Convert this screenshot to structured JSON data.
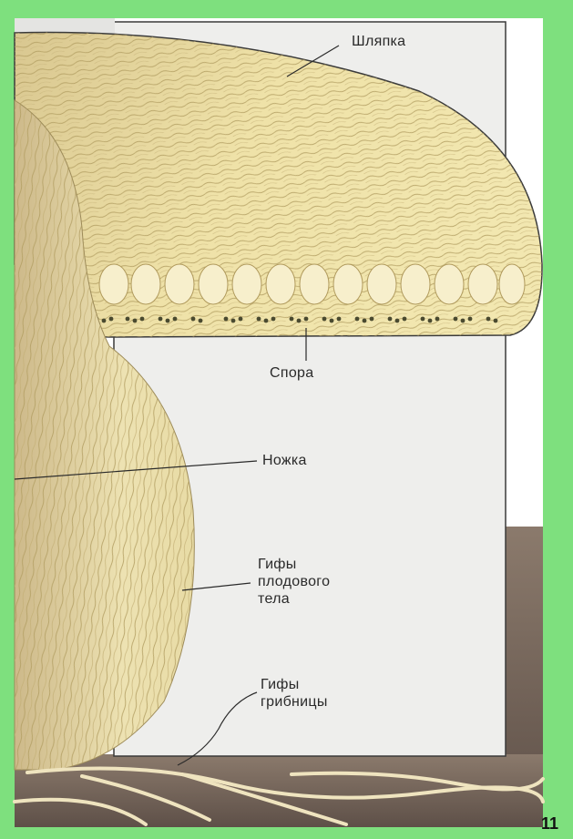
{
  "labels": {
    "cap": "Шляпка",
    "spore": "Спора",
    "stem": "Ножка",
    "fruiting_body_hyphae": "Гифы\nплодового\nтела",
    "mycelium_hyphae": "Гифы\nгрибницы"
  },
  "page_number": "11",
  "colors": {
    "frame": "#7ee07e",
    "hyphae": "#efe4b0",
    "hyphae_outline": "#b8a46a",
    "spore": "#4a4a30",
    "soil": "#7a6a5c"
  }
}
